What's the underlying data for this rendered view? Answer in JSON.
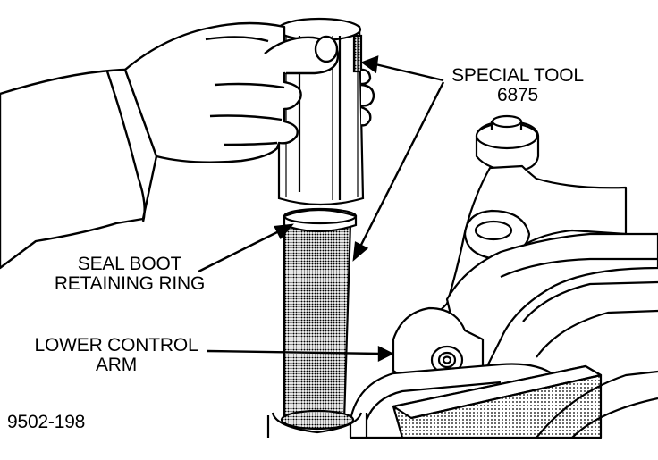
{
  "labels": {
    "special_tool_line1": "SPECIAL TOOL",
    "special_tool_line2": "6875",
    "seal_boot_line1": "SEAL BOOT",
    "seal_boot_line2": "RETAINING RING",
    "lower_control_line1": "LOWER CONTROL",
    "lower_control_line2": "ARM",
    "figure_number": "9502-198"
  },
  "colors": {
    "ink": "#000000",
    "paper": "#ffffff",
    "shade": "#9a9a9a"
  }
}
